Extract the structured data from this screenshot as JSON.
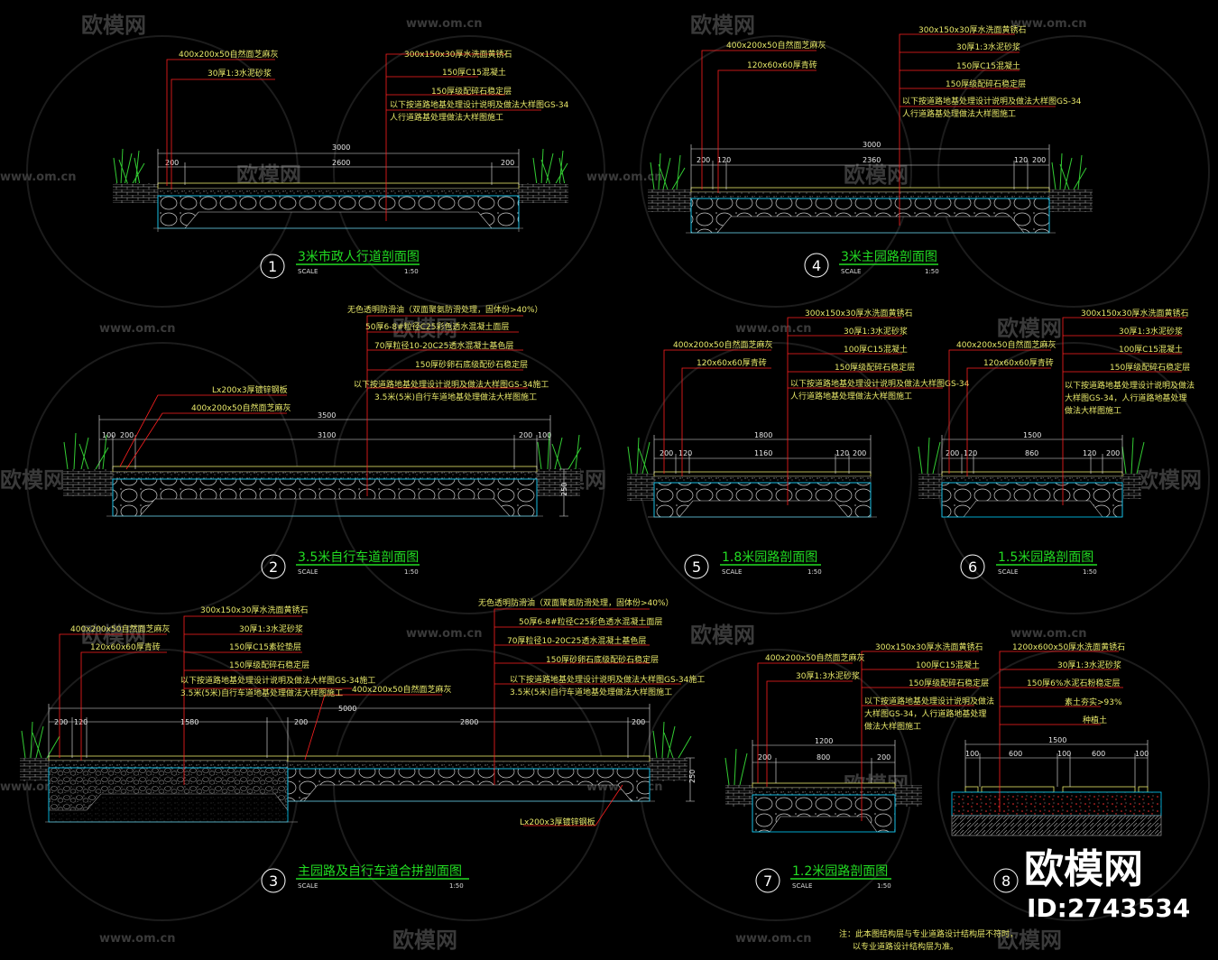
{
  "watermarks": {
    "site": "www.om.cn",
    "brand": "欧模网",
    "brand_big": "欧模网",
    "id_label": "ID:2743534"
  },
  "sections": [
    {
      "num": "1",
      "title": "3米市政人行道剖面图",
      "scale_label": "SCALE",
      "scale": "1:50",
      "labels_left": [
        "400x200x50自然面芝麻灰",
        "30厚1:3水泥砂浆"
      ],
      "labels_right": [
        "300x150x30厚水洗面黄锈石",
        "150厚C15混凝土",
        "150厚级配碎石稳定层",
        "以下按道路地基处理设计说明及做法大样图GS-34",
        "人行道路基处理做法大样图施工"
      ],
      "dims_total": "3000",
      "dims_parts": [
        "200",
        "2600",
        "200"
      ]
    },
    {
      "num": "4",
      "title": "3米主园路剖面图",
      "scale_label": "SCALE",
      "scale": "1:50",
      "labels_left": [
        "400x200x50自然面芝麻灰",
        "120x60x60厚青砖"
      ],
      "labels_right": [
        "300x150x30厚水洗面黄锈石",
        "30厚1:3水泥砂浆",
        "150厚C15混凝土",
        "150厚级配碎石稳定层",
        "以下按道路地基处理设计说明及做法大样图GS-34",
        "人行道路基处理做法大样图施工"
      ],
      "dims_total": "3000",
      "dims_parts": [
        "200",
        "120",
        "2360",
        "120",
        "200"
      ]
    },
    {
      "num": "2",
      "title": "3.5米自行车道剖面图",
      "scale_label": "SCALE",
      "scale": "1:50",
      "labels_left": [
        "Lx200x3厚镀锌钢板",
        "400x200x50自然面芝麻灰"
      ],
      "labels_right": [
        "无色透明防滑油（双面聚氨防滑处理，固体份>40%）",
        "50厚6-8#粒径C25彩色透水混凝土面层",
        "70厚粒径10-20C25透水混凝土基色层",
        "150厚砂卵石底级配砂石稳定层",
        "以下按道路地基处理设计说明及做法大样图GS-34施工",
        "3.5米(5米)自行车道地基处理做法大样图施工"
      ],
      "dims_total": "3500",
      "dims_parts": [
        "100",
        "200",
        "3100",
        "200",
        "100"
      ],
      "dim_side": "250"
    },
    {
      "num": "5",
      "title": "1.8米园路剖面图",
      "scale_label": "SCALE",
      "scale": "1:50",
      "labels_left": [
        "400x200x50自然面芝麻灰",
        "120x60x60厚青砖"
      ],
      "labels_right": [
        "300x150x30厚水洗面黄锈石",
        "30厚1:3水泥砂浆",
        "100厚C15混凝土",
        "150厚级配碎石稳定层",
        "以下按道路地基处理设计说明及做法大样图GS-34",
        "人行道路地基处理做法大样图施工"
      ],
      "dims_total": "1800",
      "dims_parts": [
        "200",
        "120",
        "1160",
        "120",
        "200"
      ]
    },
    {
      "num": "6",
      "title": "1.5米园路剖面图",
      "scale_label": "SCALE",
      "scale": "1:50",
      "labels_left": [
        "400x200x50自然面芝麻灰",
        "120x60x60厚青砖"
      ],
      "labels_right": [
        "300x150x30厚水洗面黄锈石",
        "30厚1:3水泥砂浆",
        "100厚C15混凝土",
        "150厚级配碎石稳定层",
        "以下按道路地基处理设计说明及做法",
        "大样图GS-34，人行道路地基处理",
        "做法大样图施工"
      ],
      "dims_total": "1500",
      "dims_parts": [
        "200",
        "120",
        "860",
        "120",
        "200"
      ]
    },
    {
      "num": "3",
      "title": "主园路及自行车道合拼剖面图",
      "scale_label": "SCALE",
      "scale": "1:50",
      "labels_left": [
        "400x200x50自然面芝麻灰",
        "120x60x60厚青砖"
      ],
      "labels_mid": [
        "300x150x30厚水洗面黄锈石",
        "30厚1:3水泥砂浆",
        "150厚C15素砼垫层",
        "150厚级配碎石稳定层",
        "以下按道路地基处理设计说明及做法大样图GS-34施工",
        "3.5米(5米)自行车道地基处理做法大样图施工"
      ],
      "labels_right": [
        "无色透明防滑油（双面聚氨防滑处理，固体份>40%）",
        "50厚6-8#粒径C25彩色透水混凝土面层",
        "70厚粒径10-20C25透水混凝土基色层",
        "150厚砂卵石底级配砂石稳定层",
        "以下按道路地基处理设计说明及做法大样图GS-34施工",
        "3.5米(5米)自行车道地基处理做法大样图施工"
      ],
      "label_inner": "400x200x50自然面芝麻灰",
      "label_bottom": "Lx200x3厚镀锌钢板",
      "dims_total": "5000",
      "dims_parts": [
        "200",
        "120",
        "1580",
        "200",
        "2800",
        "200"
      ],
      "dim_side": "250"
    },
    {
      "num": "7",
      "title": "1.2米园路剖面图",
      "scale_label": "SCALE",
      "scale": "1:50",
      "labels_left": [
        "400x200x50自然面芝麻灰",
        "30厚1:3水泥砂浆"
      ],
      "labels_right": [
        "300x150x30厚水洗面黄锈石",
        "100厚C15混凝土",
        "150厚级配碎石稳定层",
        "以下按道路地基处理设计说明及做法",
        "大样图GS-34，人行道路地基处理",
        "做法大样图施工"
      ],
      "dims_total": "1200",
      "dims_parts": [
        "200",
        "800",
        "200"
      ]
    },
    {
      "num": "8",
      "title": "",
      "scale_label": "",
      "scale": "",
      "labels_right": [
        "1200x600x50厚水洗面黄锈石",
        "30厚1:3水泥砂浆",
        "150厚6%水泥石粉稳定层",
        "素土夯实>93%",
        "种植土"
      ],
      "dims_total": "1500",
      "dims_parts": [
        "100",
        "600",
        "100",
        "600",
        "100"
      ]
    }
  ],
  "footnote": [
    "注：此本图结构层与专业道路设计结构层不符时，",
    "以专业道路设计结构层为准。"
  ],
  "colors": {
    "background": "#000000",
    "leader": "#ff2020",
    "annotation": "#e8e86a",
    "title": "#22dd22",
    "dimension": "#e8e8e8",
    "structure": "#00d0ff",
    "watermark": "#3a3a3a"
  }
}
